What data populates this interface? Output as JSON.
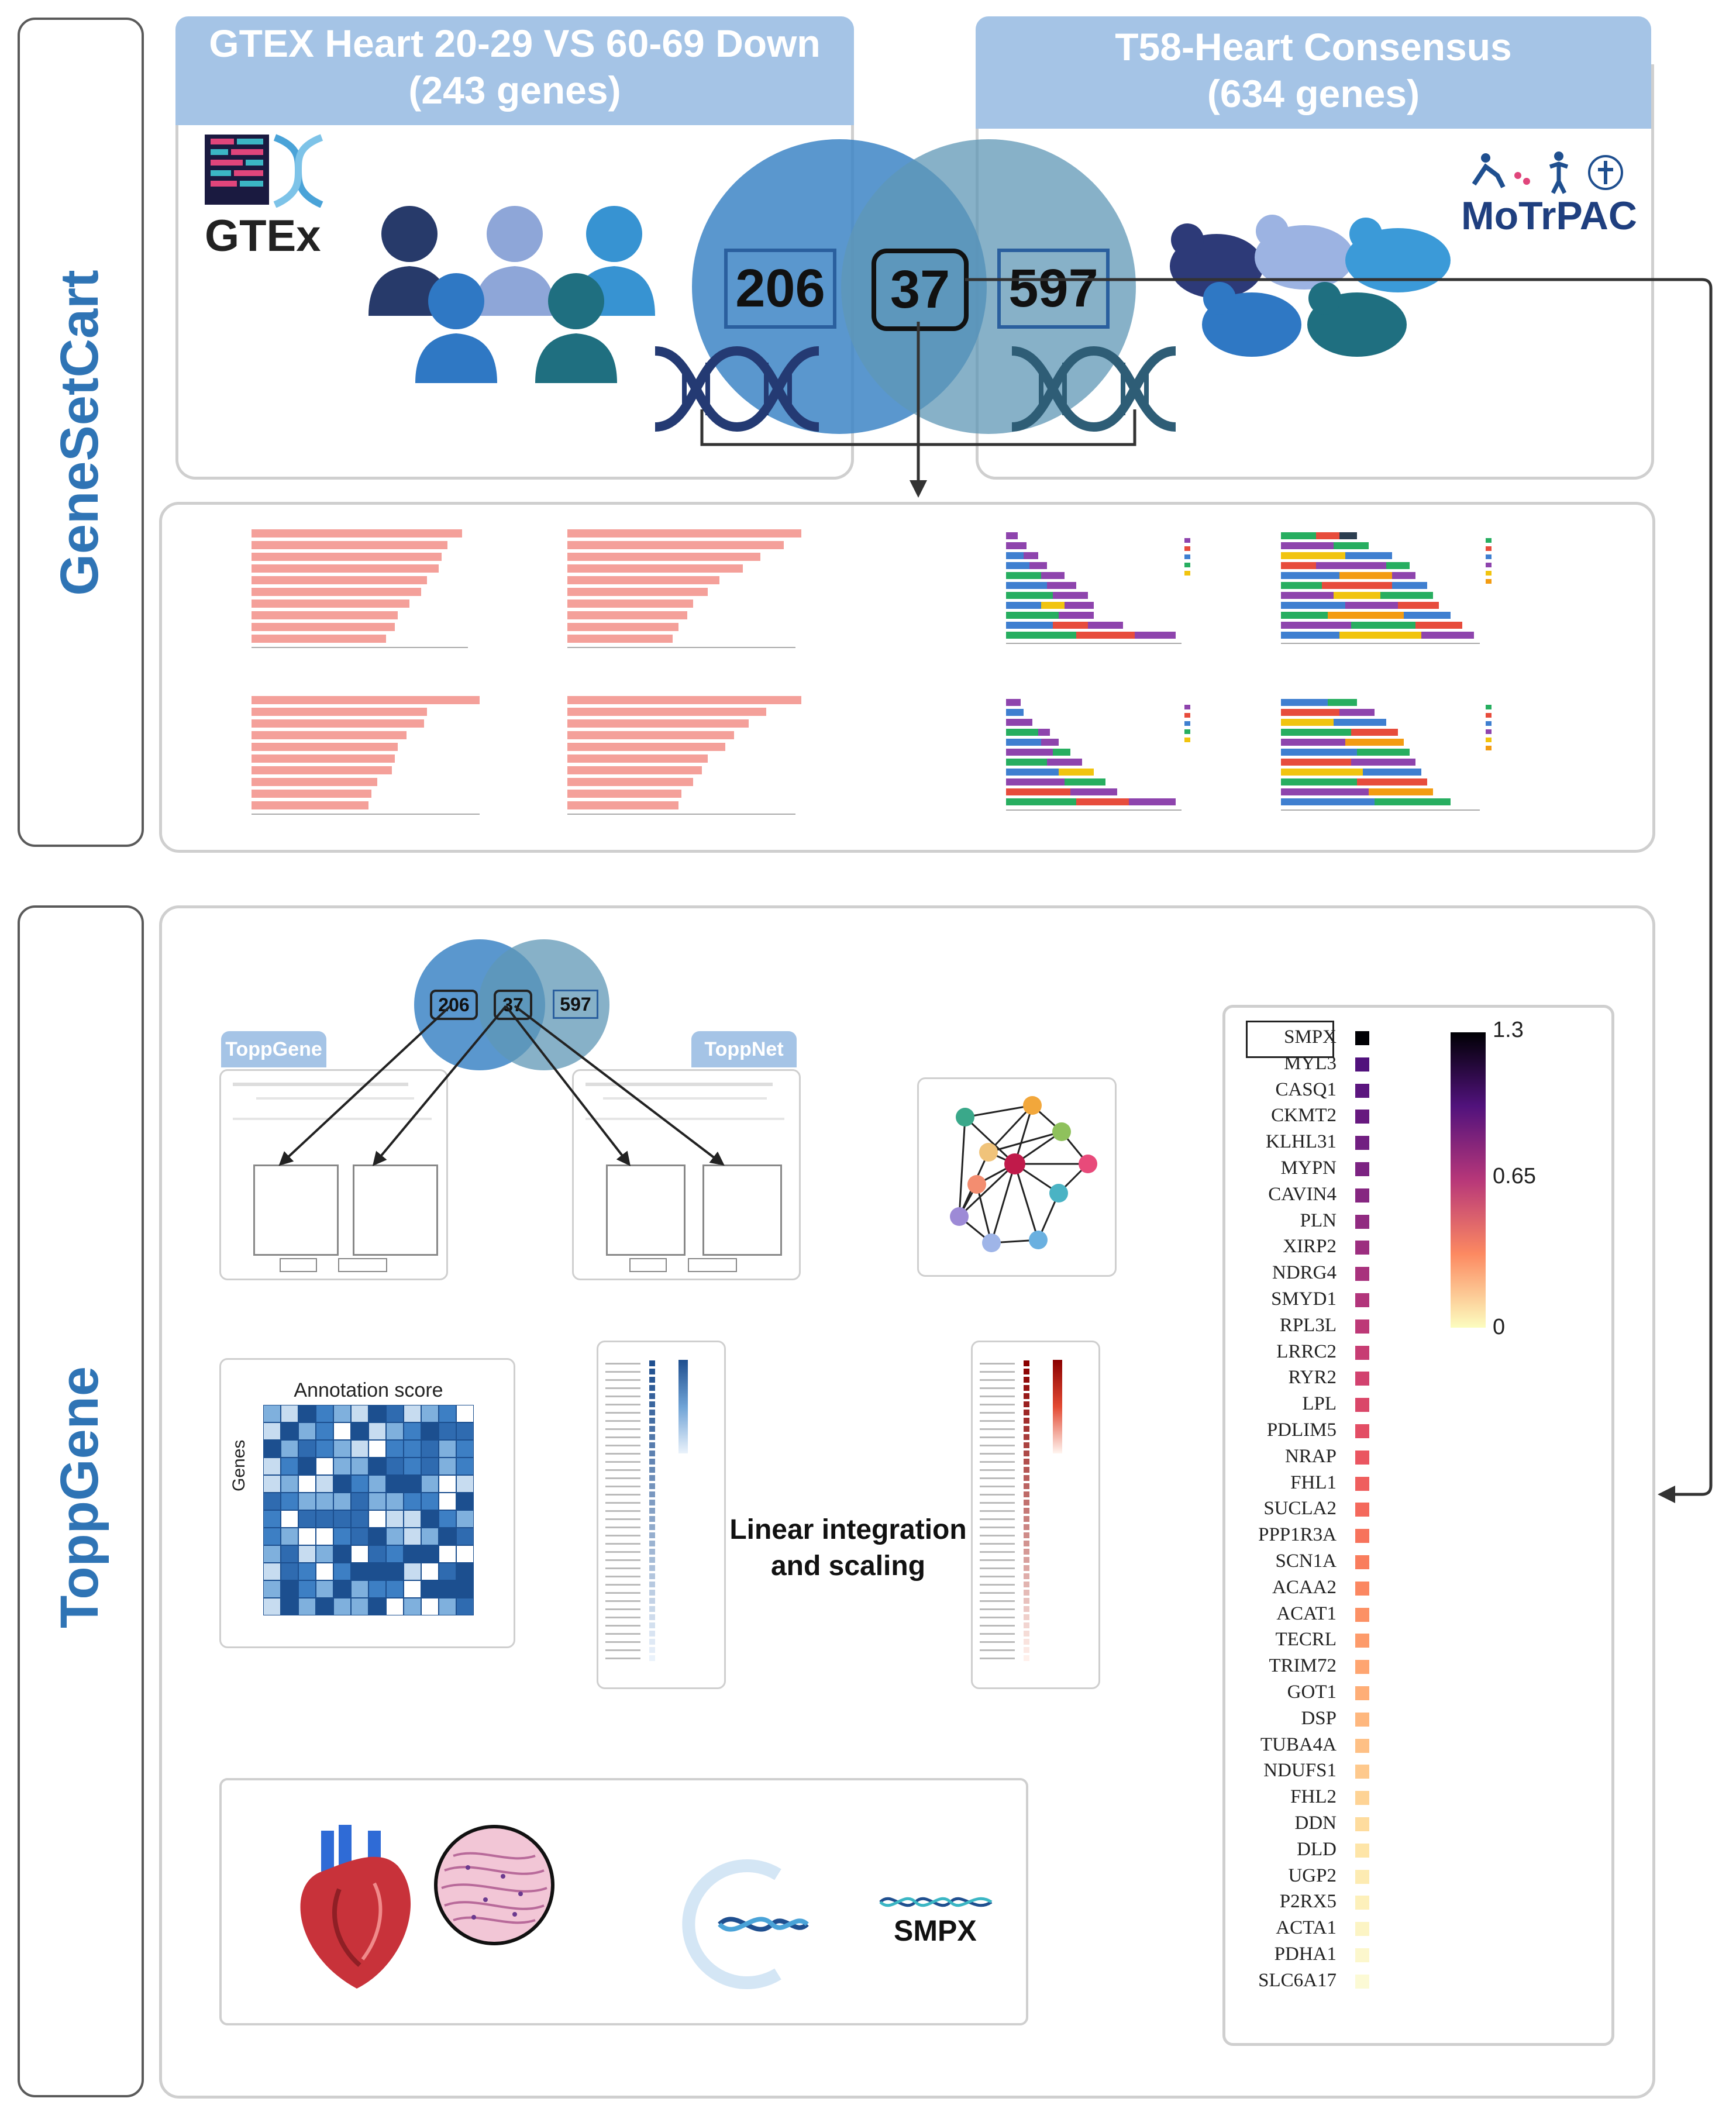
{
  "sections": {
    "genesetcart_label": "GeneSetCart",
    "toppgene_label": "ToppGene"
  },
  "venn_top": {
    "left_header_line1": "GTEX Heart 20-29 VS 60-69 Down",
    "left_header_line2": "(243 genes)",
    "right_header_line1": "T58-Heart Consensus",
    "right_header_line2": "(634 genes)",
    "left_only": "206",
    "intersection": "37",
    "right_only": "597",
    "left_logo": "GTEx",
    "right_logo": "MoTrPAC"
  },
  "venn_small": {
    "left_only": "206",
    "intersection": "37",
    "right_only": "597"
  },
  "tools": {
    "toppgene_tag": "ToppGene",
    "toppnet_tag": "ToppNet"
  },
  "annotation": {
    "title": "Annotation score",
    "ylabel": "Genes"
  },
  "integration": {
    "line1": "Linear integration",
    "line2": "and scaling"
  },
  "result": {
    "gene": "SMPX"
  },
  "ranking": {
    "colorbar_max": "1.3",
    "colorbar_mid": "0.65",
    "colorbar_min": "0",
    "genes": [
      "SMPX",
      "MYL3",
      "CASQ1",
      "CKMT2",
      "KLHL31",
      "MYPN",
      "CAVIN4",
      "PLN",
      "XIRP2",
      "NDRG4",
      "SMYD1",
      "RPL3L",
      "LRRC2",
      "RYR2",
      "LPL",
      "PDLIM5",
      "NRAP",
      "FHL1",
      "SUCLA2",
      "PPP1R3A",
      "SCN1A",
      "ACAA2",
      "ACAT1",
      "TECRL",
      "TRIM72",
      "GOT1",
      "DSP",
      "TUBA4A",
      "NDUFS1",
      "FHL2",
      "DDN",
      "DLD",
      "UGP2",
      "P2RX5",
      "ACTA1",
      "PDHA1",
      "SLC6A17"
    ],
    "colors": [
      "#000004",
      "#51127c",
      "#5c167f",
      "#67197f",
      "#711f81",
      "#7c2382",
      "#862781",
      "#912b81",
      "#9c2e7f",
      "#a8327d",
      "#b2357b",
      "#bd3977",
      "#c73d73",
      "#d2426f",
      "#da4769",
      "#e34e65",
      "#ea5661",
      "#ef5f5e",
      "#f4695c",
      "#f7735c",
      "#f97d5d",
      "#fb8761",
      "#fc9165",
      "#fd9b6b",
      "#fea571",
      "#feae77",
      "#feb77e",
      "#fec085",
      "#fec98d",
      "#fed395",
      "#fedc9e",
      "#fee5a8",
      "#fdebb2",
      "#fdf0bb",
      "#fcf4c4",
      "#fcf7cd",
      "#fcfad5"
    ]
  }
}
